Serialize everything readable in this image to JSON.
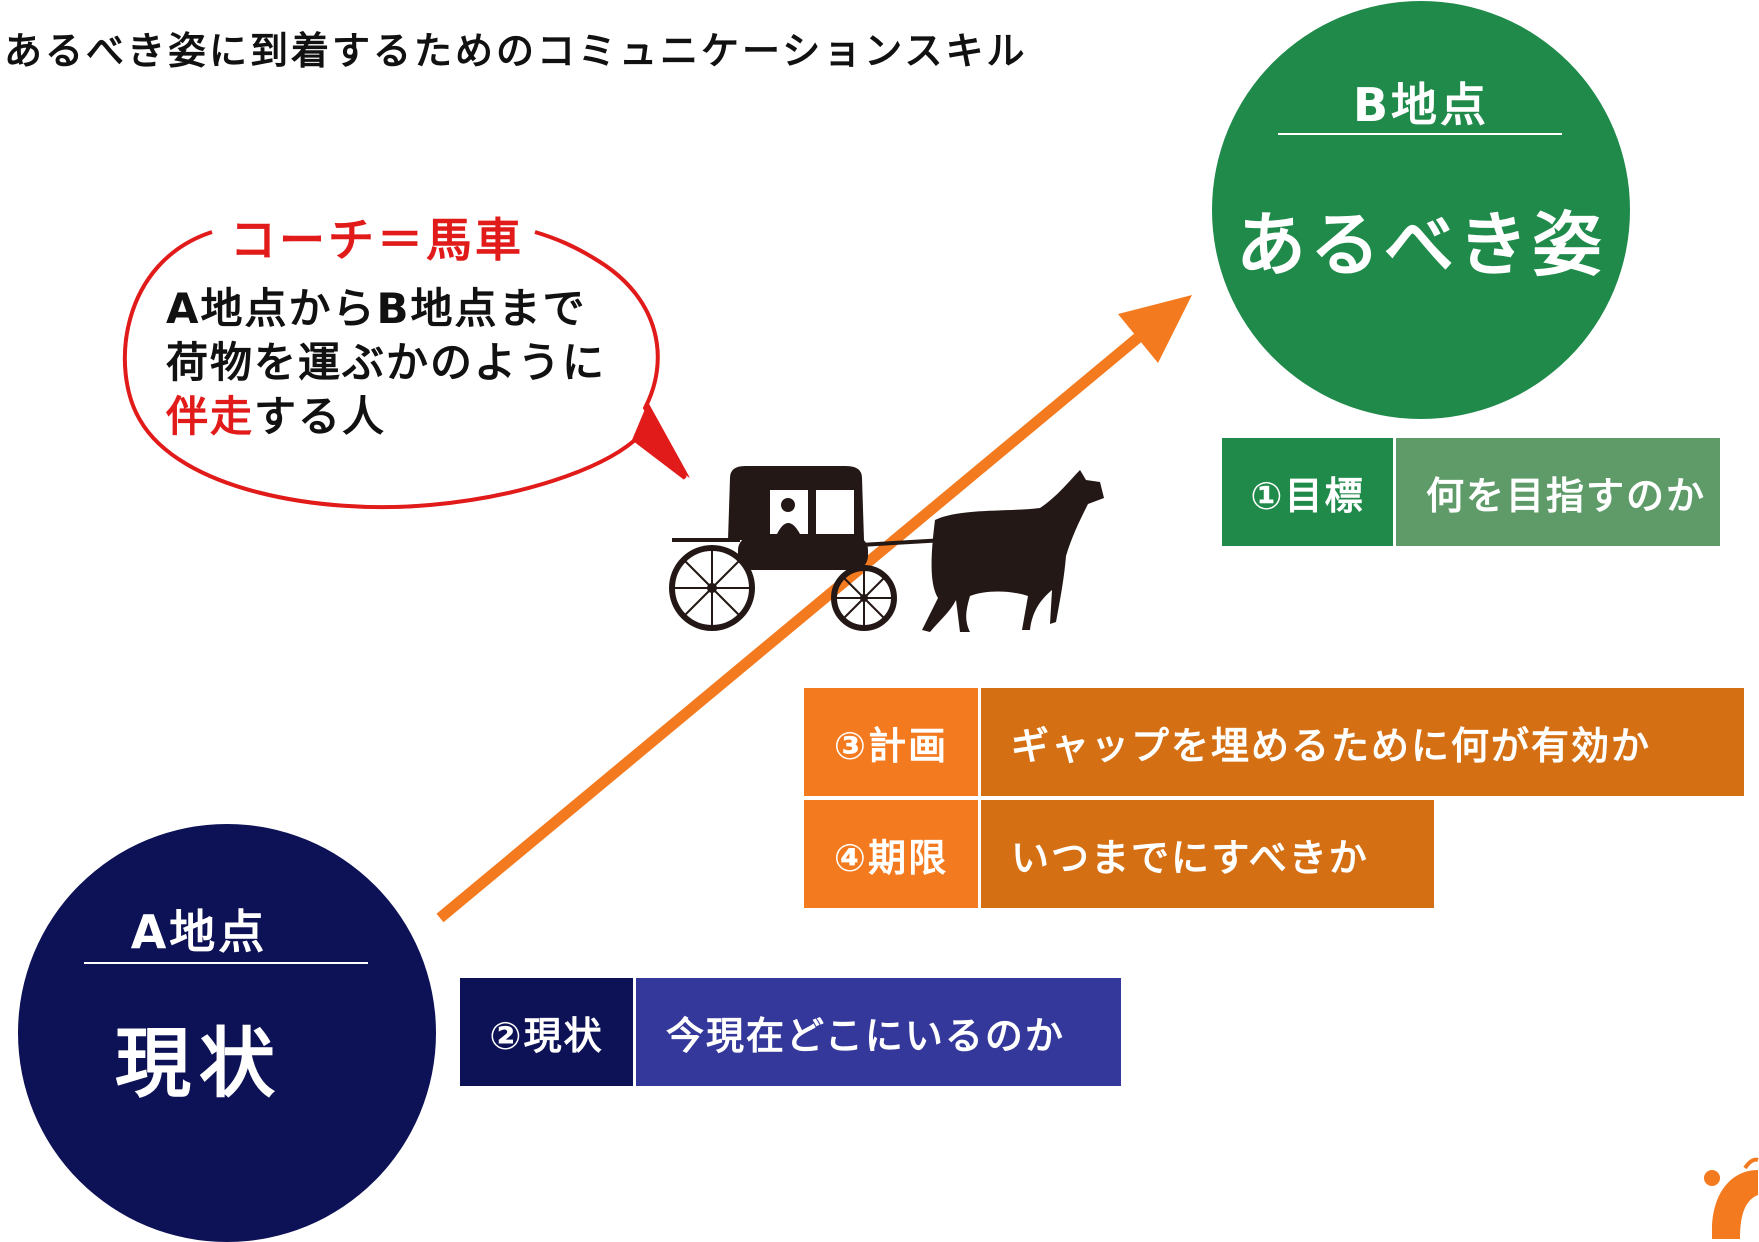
{
  "title": "あるべき姿に到着するためのコミュニケーションスキル",
  "colors": {
    "green": "#1f8a4a",
    "green_light": "#5e9b68",
    "navy": "#0d1155",
    "blue": "#34389a",
    "orange": "#f47a1f",
    "orange_dark": "#d56f14",
    "red": "#e11a1a"
  },
  "point_b": {
    "label": "B地点",
    "state": "あるべき姿"
  },
  "point_a": {
    "label": "A地点",
    "state": "現状"
  },
  "bubble": {
    "heading": "コーチ＝馬車",
    "line1": "A地点からB地点まで",
    "line2": "荷物を運ぶかのように",
    "line3_highlight": "伴走",
    "line3_rest": "する人"
  },
  "steps": [
    {
      "number": "①目標",
      "description": "何を目指すのか"
    },
    {
      "number": "②現状",
      "description": "今現在どこにいるのか"
    },
    {
      "number": "③計画",
      "description": "ギャップを埋めるために何が有効か"
    },
    {
      "number": "④期限",
      "description": "いつまでにすべきか"
    }
  ],
  "icons": {
    "carriage": "horse-carriage-icon",
    "arrow": "orange-arrow",
    "logo": "brand-logo"
  }
}
